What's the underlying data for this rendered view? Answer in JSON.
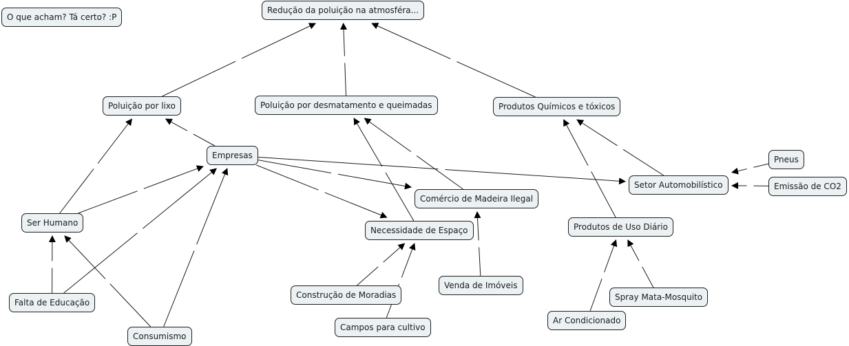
{
  "diagram": {
    "type": "concept-map",
    "colors": {
      "node_fill": "#ecf1f4",
      "node_border": "#1e1e1e",
      "edge": "#1a1a1a",
      "background": "#ffffff"
    },
    "nodes": [
      {
        "id": "comment",
        "label": "O que acham? Tá certo? :P"
      },
      {
        "id": "reducao",
        "label": "Redução da poluição na atmosféra..."
      },
      {
        "id": "lixo",
        "label": "Poluição por lixo"
      },
      {
        "id": "desmatamento",
        "label": "Poluição por desmatamento e queimadas"
      },
      {
        "id": "quimicos",
        "label": "Produtos Químicos e tóxicos"
      },
      {
        "id": "empresas",
        "label": "Empresas"
      },
      {
        "id": "pneus",
        "label": "Pneus"
      },
      {
        "id": "setor",
        "label": "Setor Automobilístico"
      },
      {
        "id": "co2",
        "label": "Emissão de CO2"
      },
      {
        "id": "madeira",
        "label": "Comércio de Madeira Ilegal"
      },
      {
        "id": "humano",
        "label": "Ser Humano"
      },
      {
        "id": "espaco",
        "label": "Necessidade de Espaço"
      },
      {
        "id": "uso",
        "label": "Produtos de Uso Diário"
      },
      {
        "id": "imoveis",
        "label": "Venda de Imóveis"
      },
      {
        "id": "moradias",
        "label": "Construção de Moradias"
      },
      {
        "id": "spray",
        "label": "Spray Mata-Mosquito"
      },
      {
        "id": "educacao",
        "label": "Falta de Educação"
      },
      {
        "id": "ar",
        "label": "Ar Condicionado"
      },
      {
        "id": "campos",
        "label": "Campos para cultivo"
      },
      {
        "id": "consumismo",
        "label": "Consumismo"
      }
    ],
    "edges": [
      {
        "from": "lixo",
        "to": "reducao",
        "label": ""
      },
      {
        "from": "desmatamento",
        "to": "reducao",
        "label": ""
      },
      {
        "from": "quimicos",
        "to": "reducao",
        "label": ""
      },
      {
        "from": "empresas",
        "to": "lixo",
        "label": ""
      },
      {
        "from": "humano",
        "to": "lixo",
        "label": ""
      },
      {
        "from": "humano",
        "to": "empresas",
        "label": ""
      },
      {
        "from": "educacao",
        "to": "empresas",
        "label": ""
      },
      {
        "from": "consumismo",
        "to": "empresas",
        "label": ""
      },
      {
        "from": "educacao",
        "to": "humano",
        "label": ""
      },
      {
        "from": "consumismo",
        "to": "humano",
        "label": ""
      },
      {
        "from": "empresas",
        "to": "madeira",
        "label": ""
      },
      {
        "from": "empresas",
        "to": "setor",
        "label": ""
      },
      {
        "from": "empresas",
        "to": "espaco",
        "label": ""
      },
      {
        "from": "espaco",
        "to": "desmatamento",
        "label": ""
      },
      {
        "from": "madeira",
        "to": "desmatamento",
        "label": ""
      },
      {
        "from": "imoveis",
        "to": "madeira",
        "label": ""
      },
      {
        "from": "moradias",
        "to": "espaco",
        "label": ""
      },
      {
        "from": "campos",
        "to": "espaco",
        "label": ""
      },
      {
        "from": "setor",
        "to": "quimicos",
        "label": ""
      },
      {
        "from": "uso",
        "to": "quimicos",
        "label": ""
      },
      {
        "from": "pneus",
        "to": "setor",
        "label": ""
      },
      {
        "from": "co2",
        "to": "setor",
        "label": ""
      },
      {
        "from": "ar",
        "to": "uso",
        "label": ""
      },
      {
        "from": "spray",
        "to": "uso",
        "label": ""
      }
    ]
  }
}
